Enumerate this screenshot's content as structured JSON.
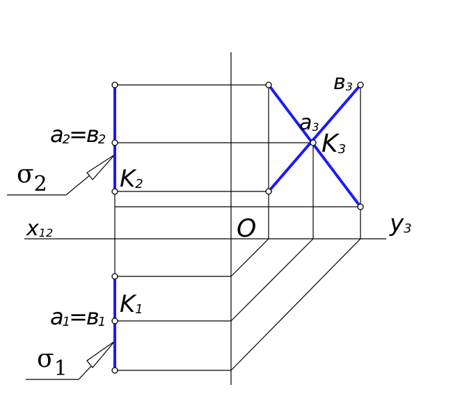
{
  "labels": {
    "x12": "x",
    "x12_sub": "12",
    "y3": "y",
    "y3_sub": "3",
    "origin": "O",
    "a2b2": "a",
    "a2b2_sub1": "2",
    "a2b2_eq": "=в",
    "a2b2_sub2": "2",
    "k2": "K",
    "k2_sub": "2",
    "a1b1": "a",
    "a1b1_sub1": "1",
    "a1b1_eq": "=в",
    "a1b1_sub2": "1",
    "k1": "K",
    "k1_sub": "1",
    "a3": "a",
    "a3_sub": "3",
    "b3": "в",
    "b3_sub": "3",
    "k3": "K",
    "k3_sub": "3",
    "sigma2": "σ",
    "sigma2_sub": "2",
    "sigma1": "σ",
    "sigma1_sub": "1"
  },
  "colors": {
    "line_segment": "#1a1aff",
    "construction": "#000000"
  }
}
